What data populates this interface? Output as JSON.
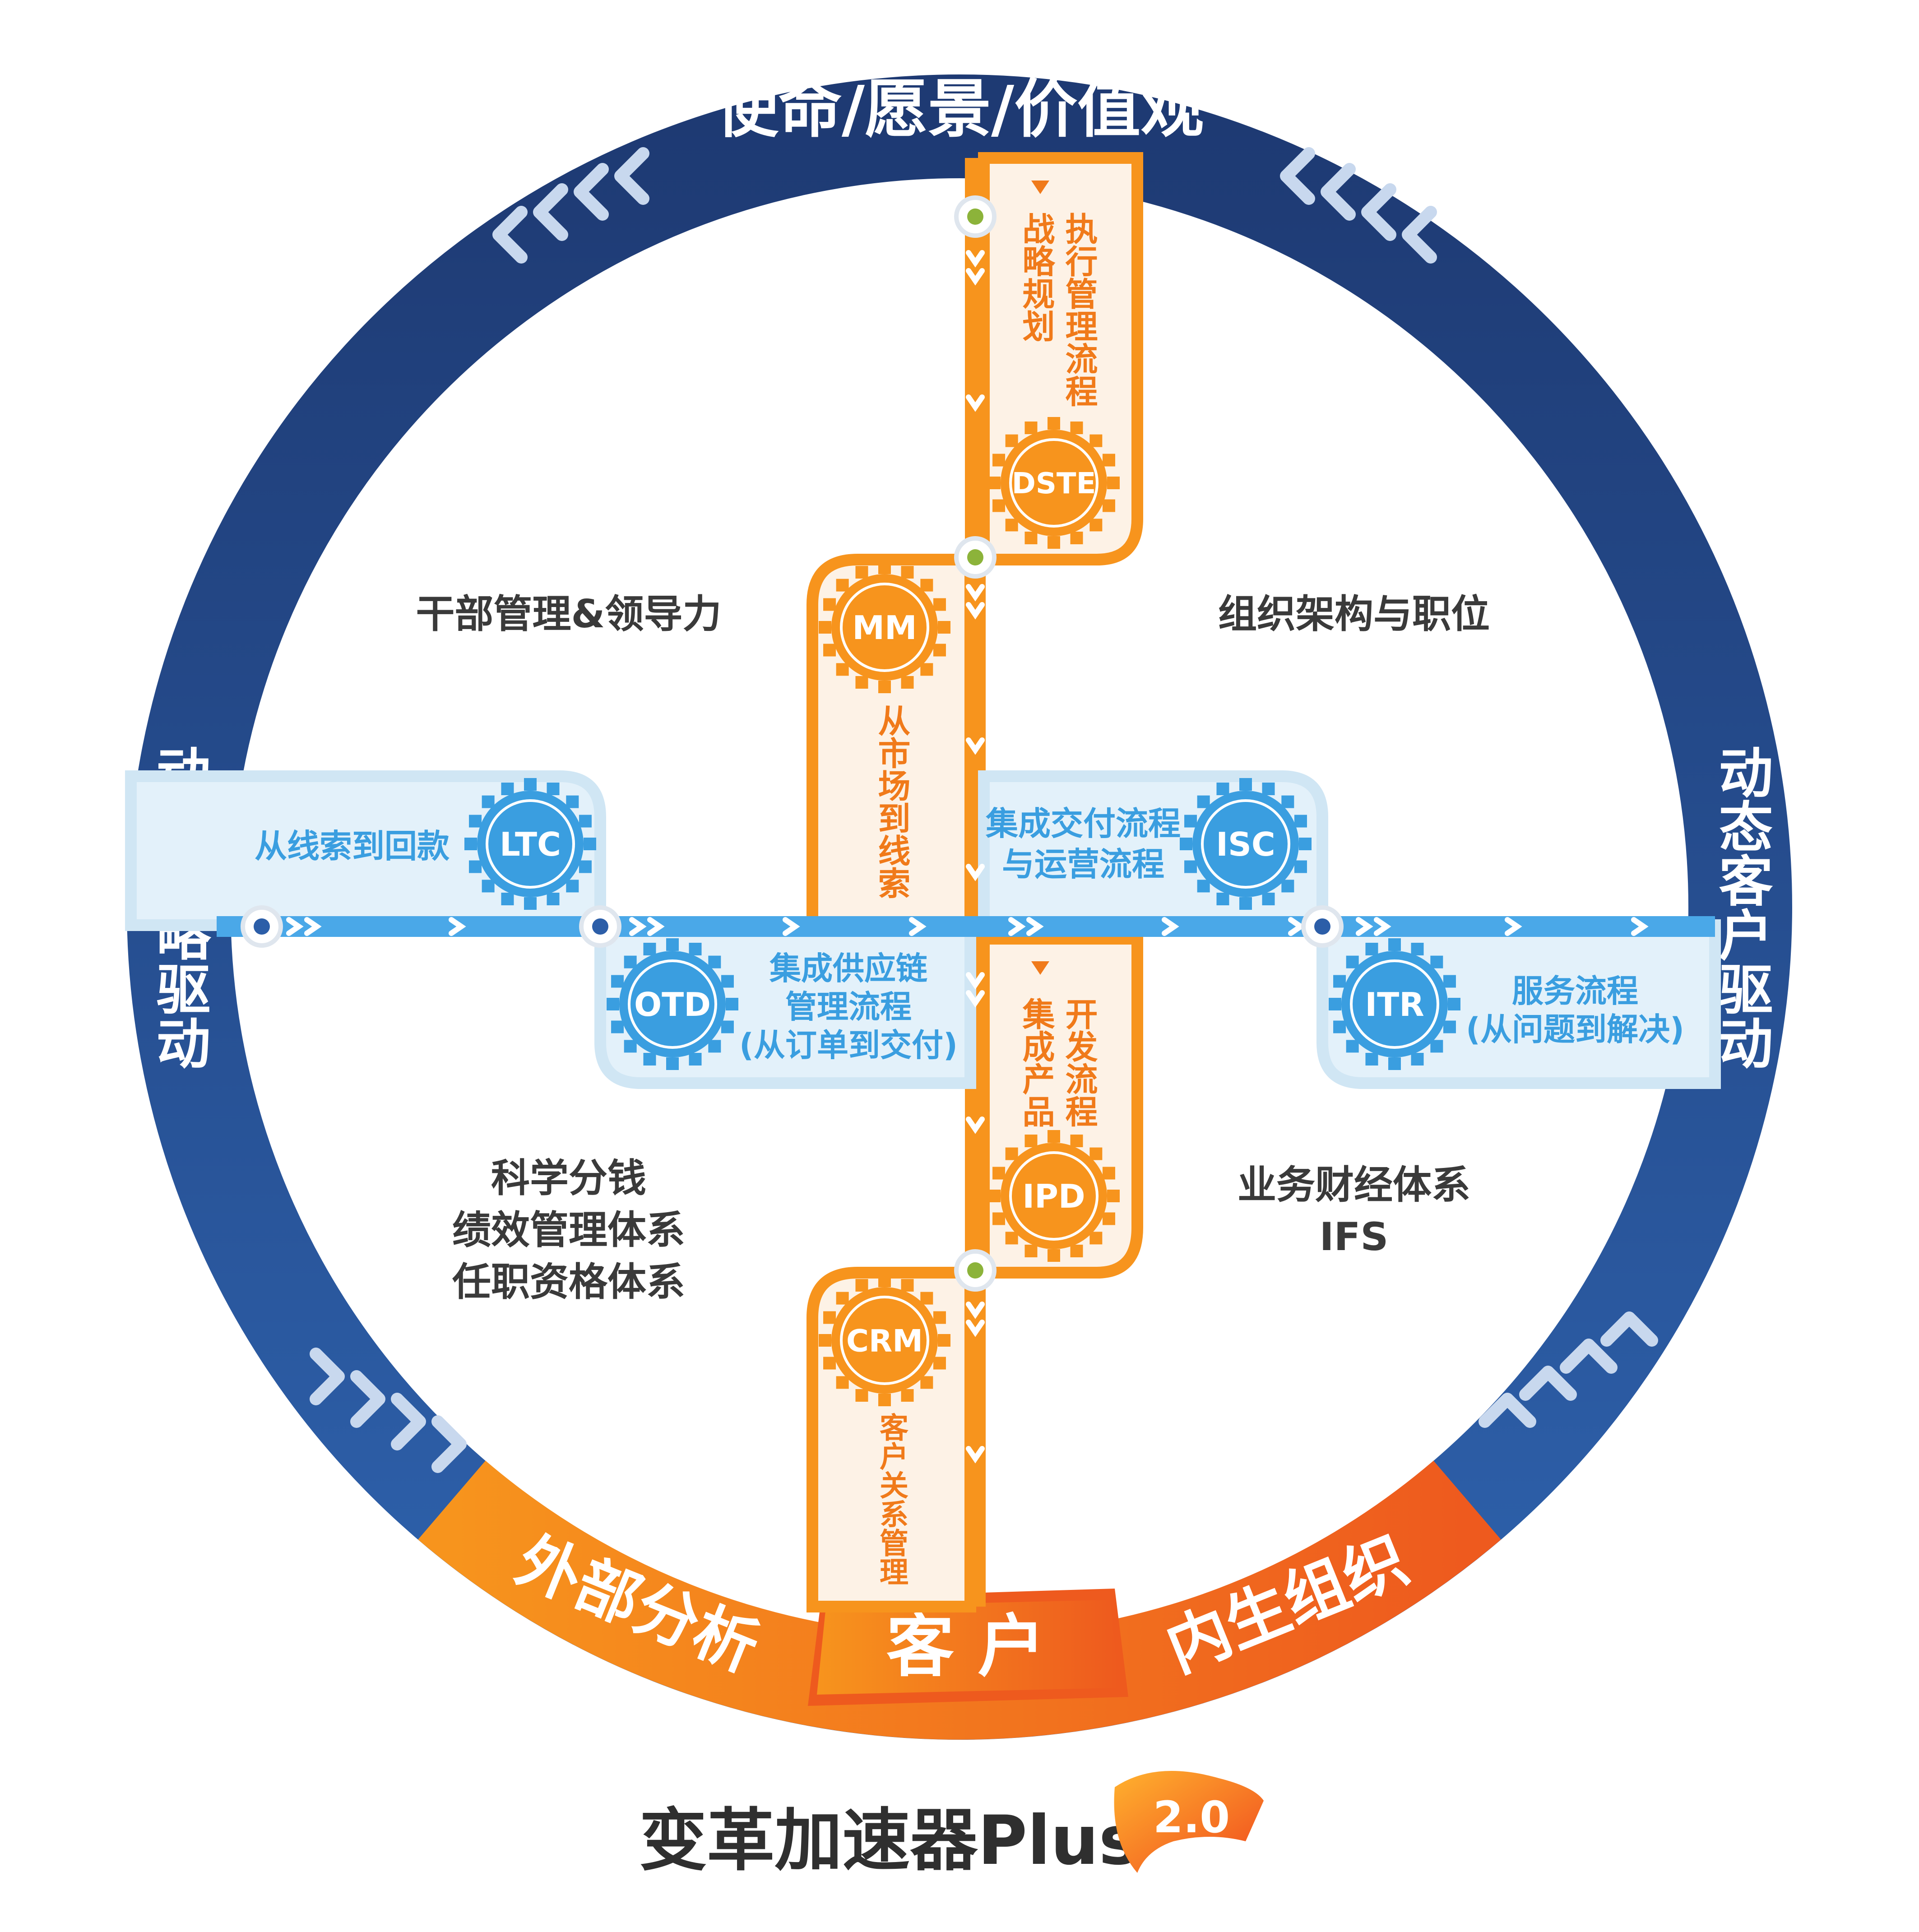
{
  "ring": {
    "top": "使命/愿景/价值观",
    "left": "动态战略驱动",
    "right": "动态客户驱动",
    "bottom_left": "外部分析",
    "bottom_center": "客 户",
    "bottom_right": "内生组织"
  },
  "quadrants": {
    "top_left": "干部管理&领导力",
    "top_right": "组织架构与职位",
    "bottom_left": [
      "科学分钱",
      "绩效管理体系",
      "任职资格体系"
    ],
    "bottom_right": [
      "业务财经体系",
      "IFS"
    ]
  },
  "processes": {
    "dste": {
      "code": "DSTE",
      "label_a": "战略规划",
      "label_b": "执行管理流程"
    },
    "mm": {
      "code": "MM",
      "label": "从市场到线索"
    },
    "ltc": {
      "code": "LTC",
      "label": "从线索到回款"
    },
    "isc": {
      "code": "ISC",
      "label_a": "集成交付流程",
      "label_b": "与运营流程"
    },
    "otd": {
      "code": "OTD",
      "label_a": "集成供应链",
      "label_b": "管理流程",
      "label_c": "(从订单到交付)"
    },
    "itr": {
      "code": "ITR",
      "label_a": "服务流程",
      "label_b": "(从问题到解决)"
    },
    "ipd": {
      "code": "IPD",
      "label_a": "集成产品",
      "label_b": "开发流程"
    },
    "crm": {
      "code": "CRM",
      "label": "客户关系管理"
    }
  },
  "footer": {
    "title": "变革加速器Plus",
    "badge": "2.0"
  },
  "colors": {
    "navy": "#1f3f7a",
    "blue_ring": "#2c5ea8",
    "orange": "#f7941d",
    "orange_dark": "#e8561c",
    "light_blue": "#4aa8e8",
    "pale_blue": "#e3f1fa"
  }
}
